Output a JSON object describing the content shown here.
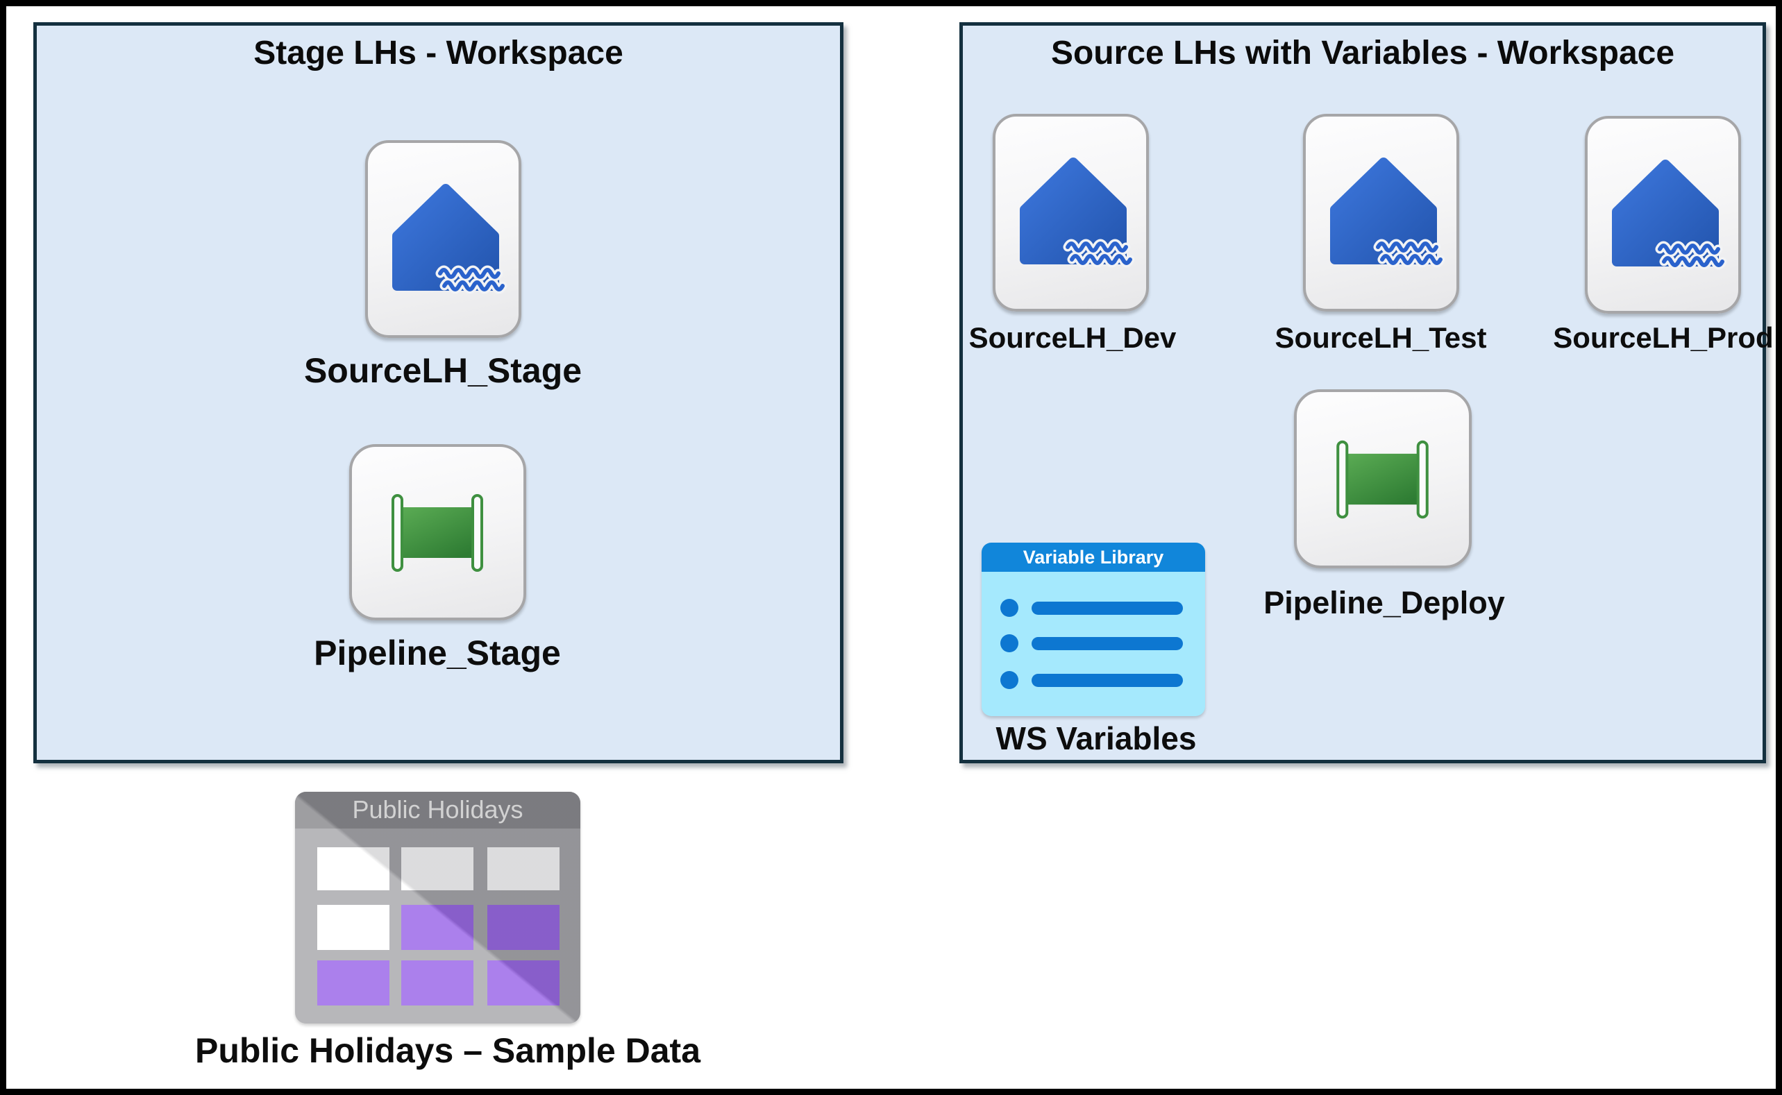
{
  "diagram": {
    "workspaces": [
      {
        "title": "Stage LHs - Workspace",
        "items": [
          {
            "type": "lakehouse",
            "label": "SourceLH_Stage"
          },
          {
            "type": "pipeline",
            "label": "Pipeline_Stage"
          }
        ]
      },
      {
        "title": "Source LHs with Variables - Workspace",
        "items": [
          {
            "type": "lakehouse",
            "label": "SourceLH_Dev"
          },
          {
            "type": "lakehouse",
            "label": "SourceLH_Test"
          },
          {
            "type": "lakehouse",
            "label": "SourceLH_Prod"
          },
          {
            "type": "pipeline",
            "label": "Pipeline_Deploy"
          },
          {
            "type": "variable-library",
            "header": "Variable Library",
            "label": "WS Variables"
          }
        ]
      }
    ],
    "standalone": {
      "type": "sample-table",
      "header": "Public Holidays",
      "label": "Public Holidays – Sample Data"
    }
  },
  "colors": {
    "workspace_fill": "#dce8f6",
    "workspace_border": "#14303f",
    "lakehouse_blue": "#2e63c9",
    "pipeline_green": "#3f9140",
    "variable_header_blue": "#1186da",
    "variable_body_cyan": "#a5e9fd",
    "variable_bar_blue": "#0d77d1",
    "table_body_gray": "#a9a9ad",
    "table_header_gray": "#8b8b8f",
    "table_cell_purple": "#9b68e8"
  }
}
